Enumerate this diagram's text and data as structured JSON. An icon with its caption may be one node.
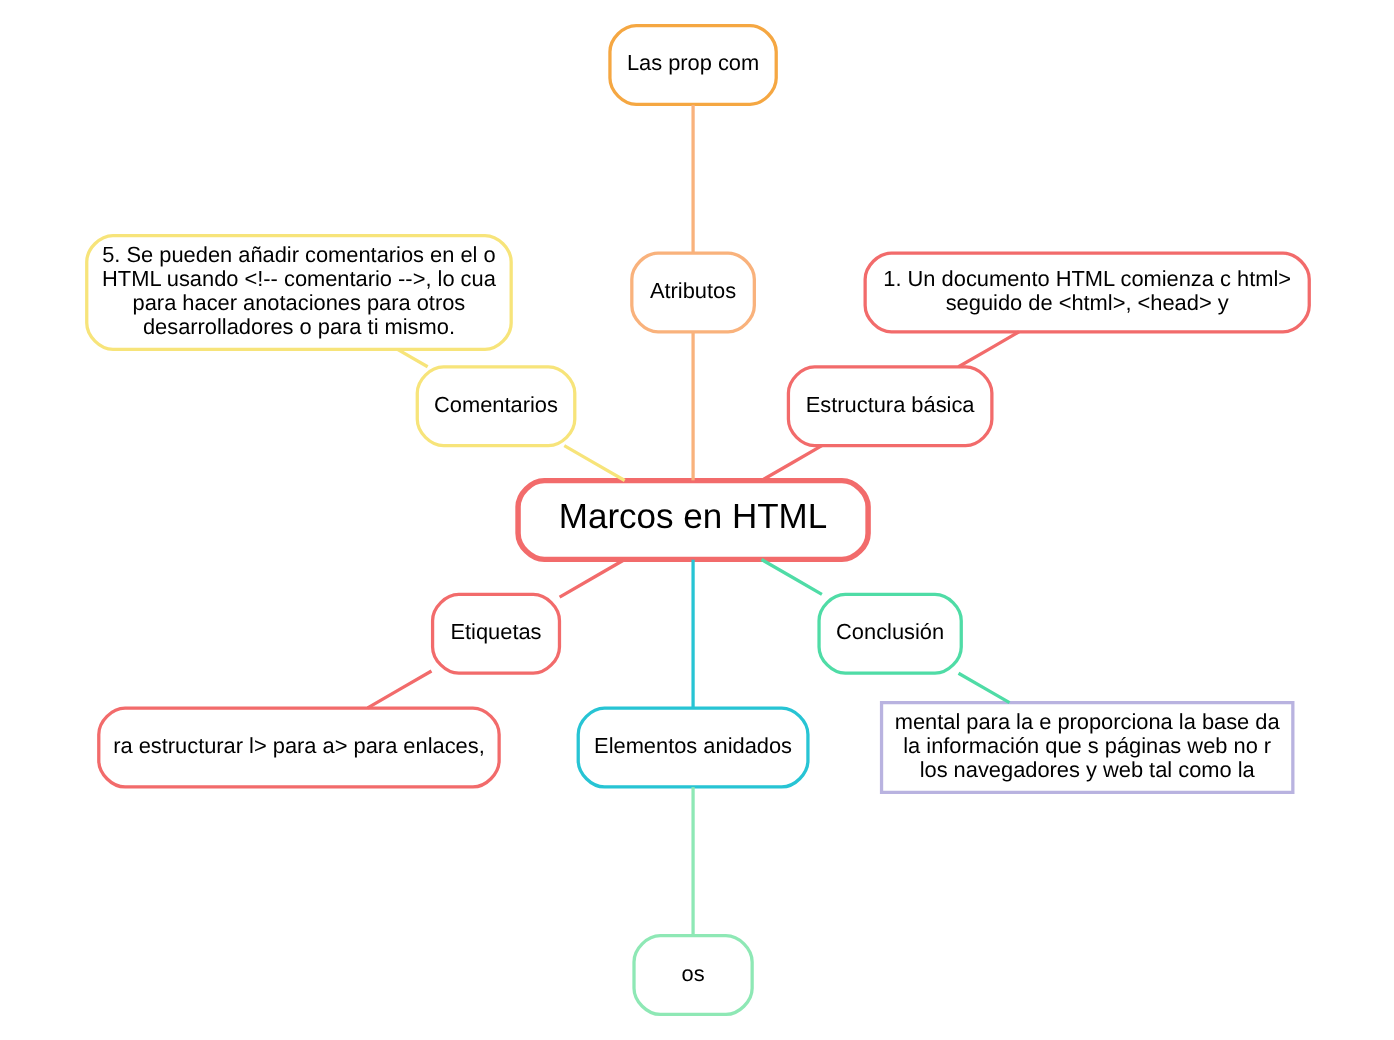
{
  "diagram": {
    "nodes": [
      {
        "text": [
          "Marcos en HTML"
        ]
      },
      {
        "text": [
          "Estructura básica"
        ]
      },
      {
        "text": [
          "1. Un documento HTML comienza c html> seguido de <html>, <head> y"
        ]
      },
      {
        "text": [
          "Atributos"
        ]
      },
      {
        "text": [
          "Las prop com"
        ]
      },
      {
        "text": [
          "Comentarios"
        ]
      },
      {
        "text": [
          "5. Se pueden añadir comentarios en el o HTML usando <!-- comentario -->, lo cua para hacer anotaciones para otros desarrolladores o para ti mismo."
        ]
      },
      {
        "text": [
          "Etiquetas"
        ]
      },
      {
        "text": [
          "ra estructurar l> para a> para enlaces,"
        ]
      },
      {
        "text": [
          "Elementos anidados"
        ]
      },
      {
        "text": [
          "os"
        ]
      },
      {
        "text": [
          "Conclusión"
        ]
      },
      {
        "text": [
          "mental para la e proporciona la base da la información que s páginas web no r los navegadores y web tal como la"
        ]
      }
    ],
    "edges": [
      {
        "from": 0,
        "to": 1,
        "arrow": "none",
        "color": "#f26b6b"
      },
      {
        "from": 1,
        "to": 2,
        "arrow": "none",
        "color": "#f26b6b"
      },
      {
        "from": 0,
        "to": 3,
        "arrow": "none",
        "color": "#f9b27c"
      },
      {
        "from": 3,
        "to": 4,
        "arrow": "none",
        "color": "#f9b27c"
      },
      {
        "from": 0,
        "to": 5,
        "arrow": "none",
        "color": "#f7e47a"
      },
      {
        "from": 5,
        "to": 6,
        "arrow": "none",
        "color": "#f7e47a"
      },
      {
        "from": 0,
        "to": 7,
        "arrow": "none",
        "color": "#f26b6b"
      },
      {
        "from": 7,
        "to": 8,
        "arrow": "none",
        "color": "#f26b6b"
      },
      {
        "from": 0,
        "to": 9,
        "arrow": "none",
        "color": "#27c4d4"
      },
      {
        "from": 9,
        "to": 10,
        "arrow": "none",
        "color": "#8ee8b5"
      },
      {
        "from": 0,
        "to": 11,
        "arrow": "none",
        "color": "#4fdca6"
      },
      {
        "from": 11,
        "to": 12,
        "arrow": "none",
        "color": "#4fdca6"
      }
    ]
  }
}
